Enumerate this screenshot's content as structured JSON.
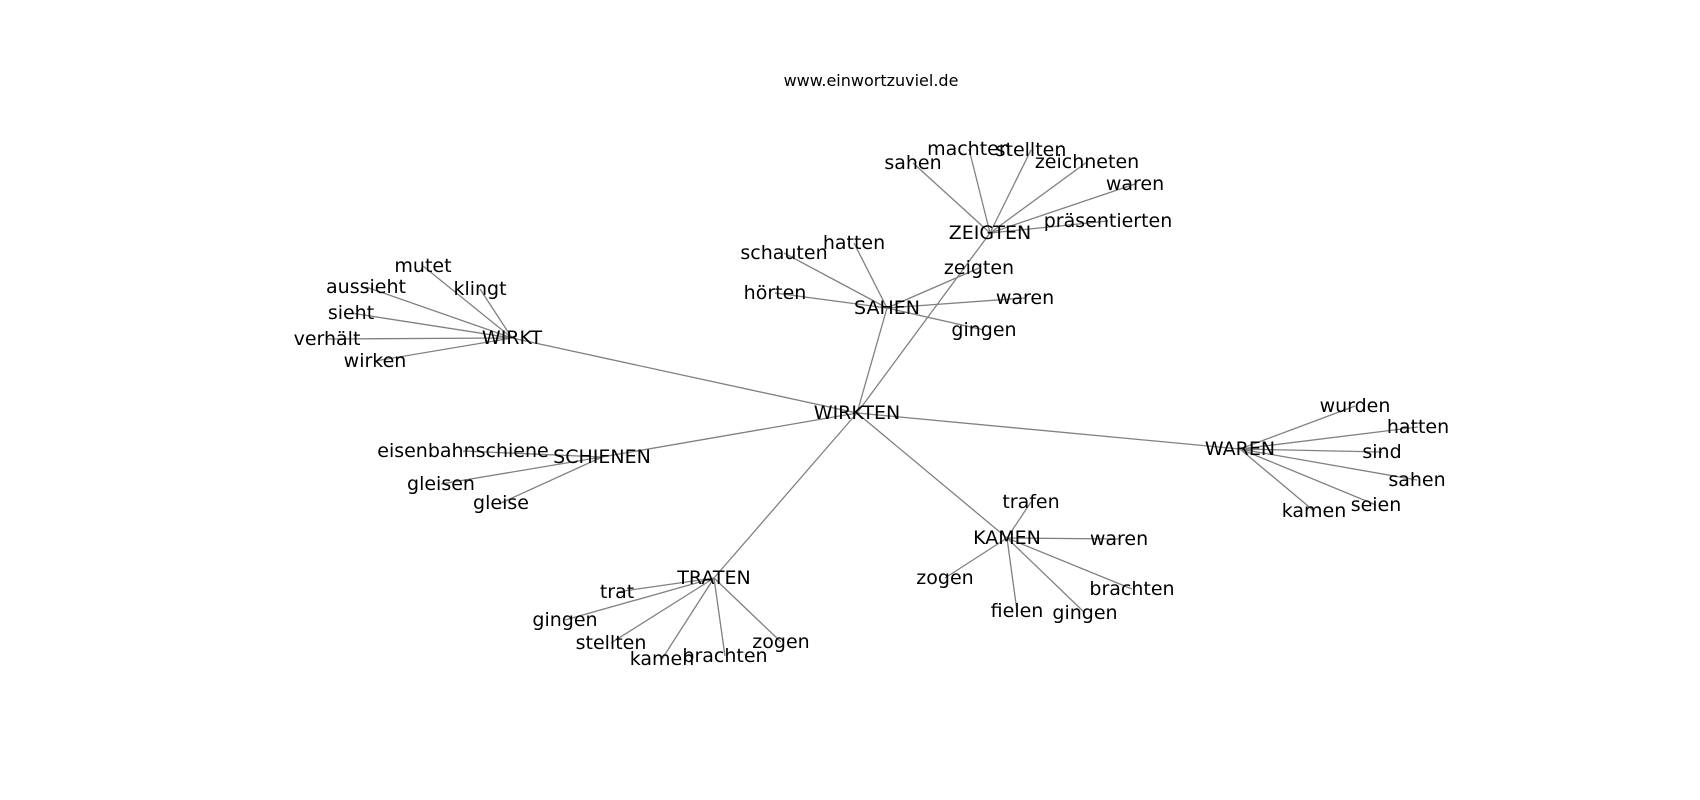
{
  "title": "www.einwortzuviel.de",
  "edge_color": "#808080",
  "text_color": "#000000",
  "nodes": [
    {
      "id": "WIRKTEN",
      "label": "WIRKTEN"
    },
    {
      "id": "WIRKT",
      "label": "WIRKT"
    },
    {
      "id": "SAHEN",
      "label": "SAHEN"
    },
    {
      "id": "ZEIGTEN",
      "label": "ZEIGTEN"
    },
    {
      "id": "SCHIENEN",
      "label": "SCHIENEN"
    },
    {
      "id": "WAREN",
      "label": "WAREN"
    },
    {
      "id": "KAMEN",
      "label": "KAMEN"
    },
    {
      "id": "TRATEN",
      "label": "TRATEN"
    },
    {
      "id": "wirkt_mutet",
      "label": "mutet"
    },
    {
      "id": "wirkt_aussieht",
      "label": "aussieht"
    },
    {
      "id": "wirkt_klingt",
      "label": "klingt"
    },
    {
      "id": "wirkt_sieht",
      "label": "sieht"
    },
    {
      "id": "wirkt_verhaelt",
      "label": "verhält"
    },
    {
      "id": "wirkt_wirken",
      "label": "wirken"
    },
    {
      "id": "sahen_schauten",
      "label": "schauten"
    },
    {
      "id": "sahen_hatten",
      "label": "hatten"
    },
    {
      "id": "sahen_hoerten",
      "label": "hörten"
    },
    {
      "id": "sahen_zeigten",
      "label": "zeigten"
    },
    {
      "id": "sahen_waren",
      "label": "waren"
    },
    {
      "id": "sahen_gingen",
      "label": "gingen"
    },
    {
      "id": "zeigten_sahen",
      "label": "sahen"
    },
    {
      "id": "zeigten_machten",
      "label": "machten"
    },
    {
      "id": "zeigten_stellten",
      "label": "stellten"
    },
    {
      "id": "zeigten_zeichneten",
      "label": "zeichneten"
    },
    {
      "id": "zeigten_waren",
      "label": "waren"
    },
    {
      "id": "zeigten_praesentierten",
      "label": "präsentierten"
    },
    {
      "id": "schienen_eisenbahnschiene",
      "label": "eisenbahnschiene"
    },
    {
      "id": "schienen_gleisen",
      "label": "gleisen"
    },
    {
      "id": "schienen_gleise",
      "label": "gleise"
    },
    {
      "id": "waren_wurden",
      "label": "wurden"
    },
    {
      "id": "waren_hatten",
      "label": "hatten"
    },
    {
      "id": "waren_sind",
      "label": "sind"
    },
    {
      "id": "waren_sahen",
      "label": "sahen"
    },
    {
      "id": "waren_seien",
      "label": "seien"
    },
    {
      "id": "waren_kamen",
      "label": "kamen"
    },
    {
      "id": "kamen_trafen",
      "label": "trafen"
    },
    {
      "id": "kamen_waren",
      "label": "waren"
    },
    {
      "id": "kamen_zogen",
      "label": "zogen"
    },
    {
      "id": "kamen_brachten",
      "label": "brachten"
    },
    {
      "id": "kamen_fielen",
      "label": "fielen"
    },
    {
      "id": "kamen_gingen",
      "label": "gingen"
    },
    {
      "id": "traten_trat",
      "label": "trat"
    },
    {
      "id": "traten_gingen",
      "label": "gingen"
    },
    {
      "id": "traten_stellten",
      "label": "stellten"
    },
    {
      "id": "traten_kamen",
      "label": "kamen"
    },
    {
      "id": "traten_brachten",
      "label": "brachten"
    },
    {
      "id": "traten_zogen",
      "label": "zogen"
    }
  ],
  "edges": [
    [
      "WIRKTEN",
      "WIRKT"
    ],
    [
      "WIRKTEN",
      "SAHEN"
    ],
    [
      "WIRKTEN",
      "ZEIGTEN"
    ],
    [
      "WIRKTEN",
      "SCHIENEN"
    ],
    [
      "WIRKTEN",
      "WAREN"
    ],
    [
      "WIRKTEN",
      "KAMEN"
    ],
    [
      "WIRKTEN",
      "TRATEN"
    ],
    [
      "WIRKT",
      "wirkt_mutet"
    ],
    [
      "WIRKT",
      "wirkt_aussieht"
    ],
    [
      "WIRKT",
      "wirkt_klingt"
    ],
    [
      "WIRKT",
      "wirkt_sieht"
    ],
    [
      "WIRKT",
      "wirkt_verhaelt"
    ],
    [
      "WIRKT",
      "wirkt_wirken"
    ],
    [
      "SAHEN",
      "sahen_schauten"
    ],
    [
      "SAHEN",
      "sahen_hatten"
    ],
    [
      "SAHEN",
      "sahen_hoerten"
    ],
    [
      "SAHEN",
      "sahen_zeigten"
    ],
    [
      "SAHEN",
      "sahen_waren"
    ],
    [
      "SAHEN",
      "sahen_gingen"
    ],
    [
      "ZEIGTEN",
      "zeigten_sahen"
    ],
    [
      "ZEIGTEN",
      "zeigten_machten"
    ],
    [
      "ZEIGTEN",
      "zeigten_stellten"
    ],
    [
      "ZEIGTEN",
      "zeigten_zeichneten"
    ],
    [
      "ZEIGTEN",
      "zeigten_waren"
    ],
    [
      "ZEIGTEN",
      "zeigten_praesentierten"
    ],
    [
      "SCHIENEN",
      "schienen_eisenbahnschiene"
    ],
    [
      "SCHIENEN",
      "schienen_gleisen"
    ],
    [
      "SCHIENEN",
      "schienen_gleise"
    ],
    [
      "WAREN",
      "waren_wurden"
    ],
    [
      "WAREN",
      "waren_hatten"
    ],
    [
      "WAREN",
      "waren_sind"
    ],
    [
      "WAREN",
      "waren_sahen"
    ],
    [
      "WAREN",
      "waren_seien"
    ],
    [
      "WAREN",
      "waren_kamen"
    ],
    [
      "KAMEN",
      "kamen_trafen"
    ],
    [
      "KAMEN",
      "kamen_waren"
    ],
    [
      "KAMEN",
      "kamen_zogen"
    ],
    [
      "KAMEN",
      "kamen_brachten"
    ],
    [
      "KAMEN",
      "kamen_fielen"
    ],
    [
      "KAMEN",
      "kamen_gingen"
    ],
    [
      "TRATEN",
      "traten_trat"
    ],
    [
      "TRATEN",
      "traten_gingen"
    ],
    [
      "TRATEN",
      "traten_stellten"
    ],
    [
      "TRATEN",
      "traten_kamen"
    ],
    [
      "TRATEN",
      "traten_brachten"
    ],
    [
      "TRATEN",
      "traten_zogen"
    ]
  ]
}
